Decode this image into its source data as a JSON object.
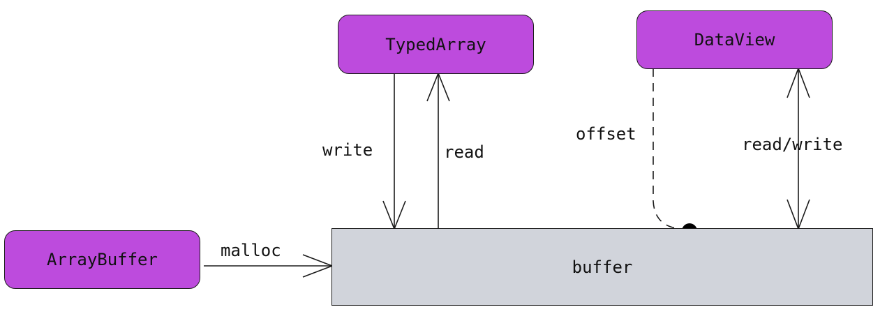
{
  "nodes": {
    "typed_array": "TypedArray",
    "data_view": "DataView",
    "array_buffer": "ArrayBuffer",
    "buffer": "buffer"
  },
  "edges": {
    "write": "write",
    "read": "read",
    "offset": "offset",
    "read_write": "read/write",
    "malloc": "malloc"
  },
  "colors": {
    "node_fill": "#bd4bdd",
    "buffer_fill": "#d1d4db",
    "stroke": "#1a1a1a"
  }
}
